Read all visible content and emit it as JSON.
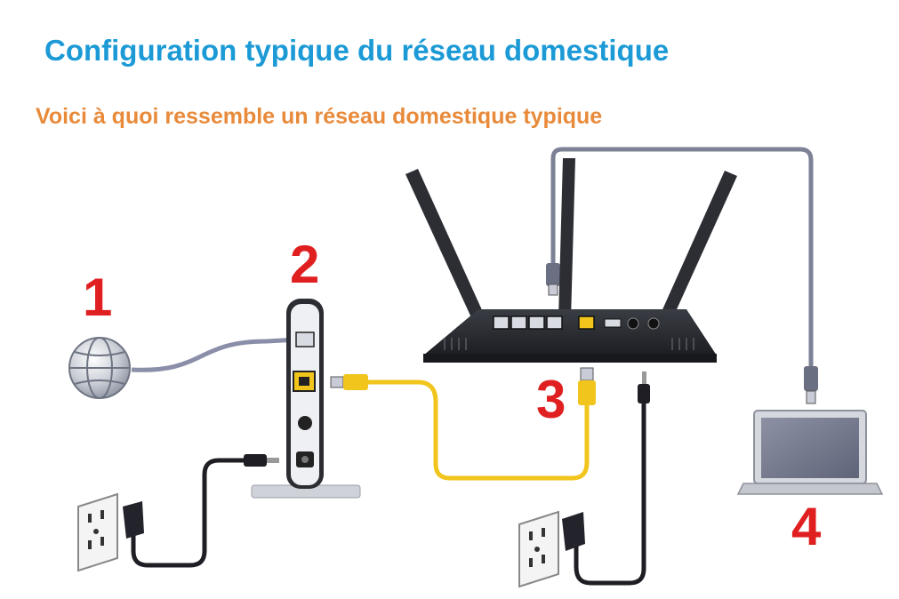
{
  "title": "Configuration typique du réseau domestique",
  "subtitle": "Voici à quoi ressemble un réseau domestique typique",
  "labels": {
    "internet": "1",
    "modem": "2",
    "router": "3",
    "laptop": "4"
  },
  "colors": {
    "title": "#1b9ad6",
    "subtitle": "#e88a3a",
    "numbers": "#e02020",
    "ethernet_cable": "#f2c51d",
    "phone_cable": "#8a8ea8",
    "power_cable": "#1e1e24"
  }
}
